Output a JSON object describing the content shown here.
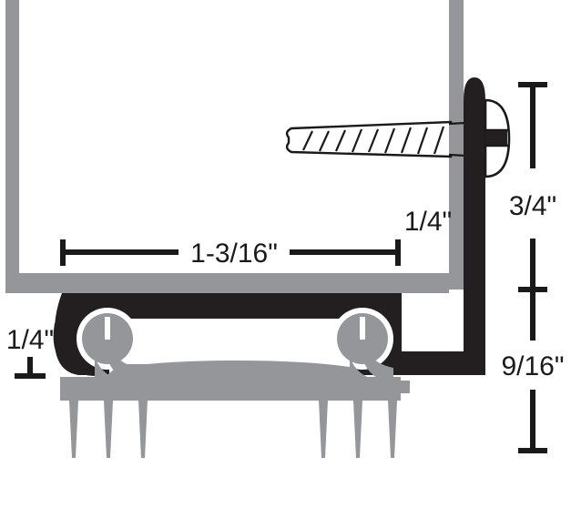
{
  "diagram": {
    "title": "Door threshold and sweep assembly cross-section",
    "type": "technical-cross-section",
    "background_color": "#ffffff"
  },
  "colors": {
    "metal_gray": "#949699",
    "seal_black": "#231f20",
    "outline_black": "#1a1a1a",
    "white": "#ffffff"
  },
  "dimensions": {
    "width_label": "1-3/16\"",
    "gap_label": "1/4\"",
    "left_thickness_label": "1/4\"",
    "upper_height_label": "3/4\"",
    "lower_height_label": "9/16\""
  },
  "components": {
    "door_panel": "door-panel-gray",
    "screw": "mounting-screw",
    "screw_head": "round-slotted-head",
    "sweep_seal": "black-sweep-seal",
    "threshold": "gray-threshold-base",
    "barbs": "threshold-anchor-fins",
    "bulb_left": "left-retainer-bulb",
    "bulb_right": "right-retainer-bulb"
  }
}
